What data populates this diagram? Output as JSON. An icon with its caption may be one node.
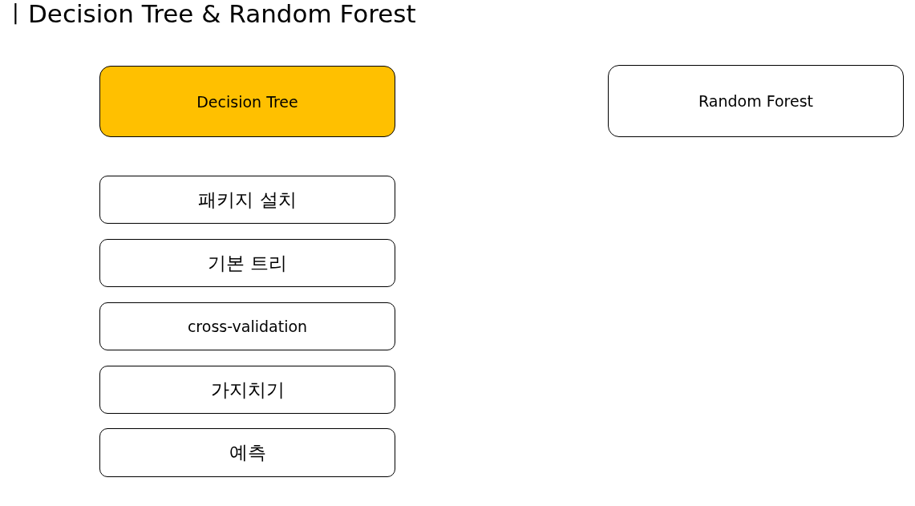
{
  "diagram": {
    "title": "ㅣDecision Tree & Random Forest",
    "nodes": [
      {
        "text": [
          "Decision Tree"
        ]
      },
      {
        "text": [
          "Random Forest"
        ]
      },
      {
        "text": [
          "패키지 설치"
        ]
      },
      {
        "text": [
          "기본 트리"
        ]
      },
      {
        "text": [
          "cross-validation"
        ]
      },
      {
        "text": [
          "가지치기"
        ]
      },
      {
        "text": [
          "예측"
        ]
      }
    ]
  }
}
